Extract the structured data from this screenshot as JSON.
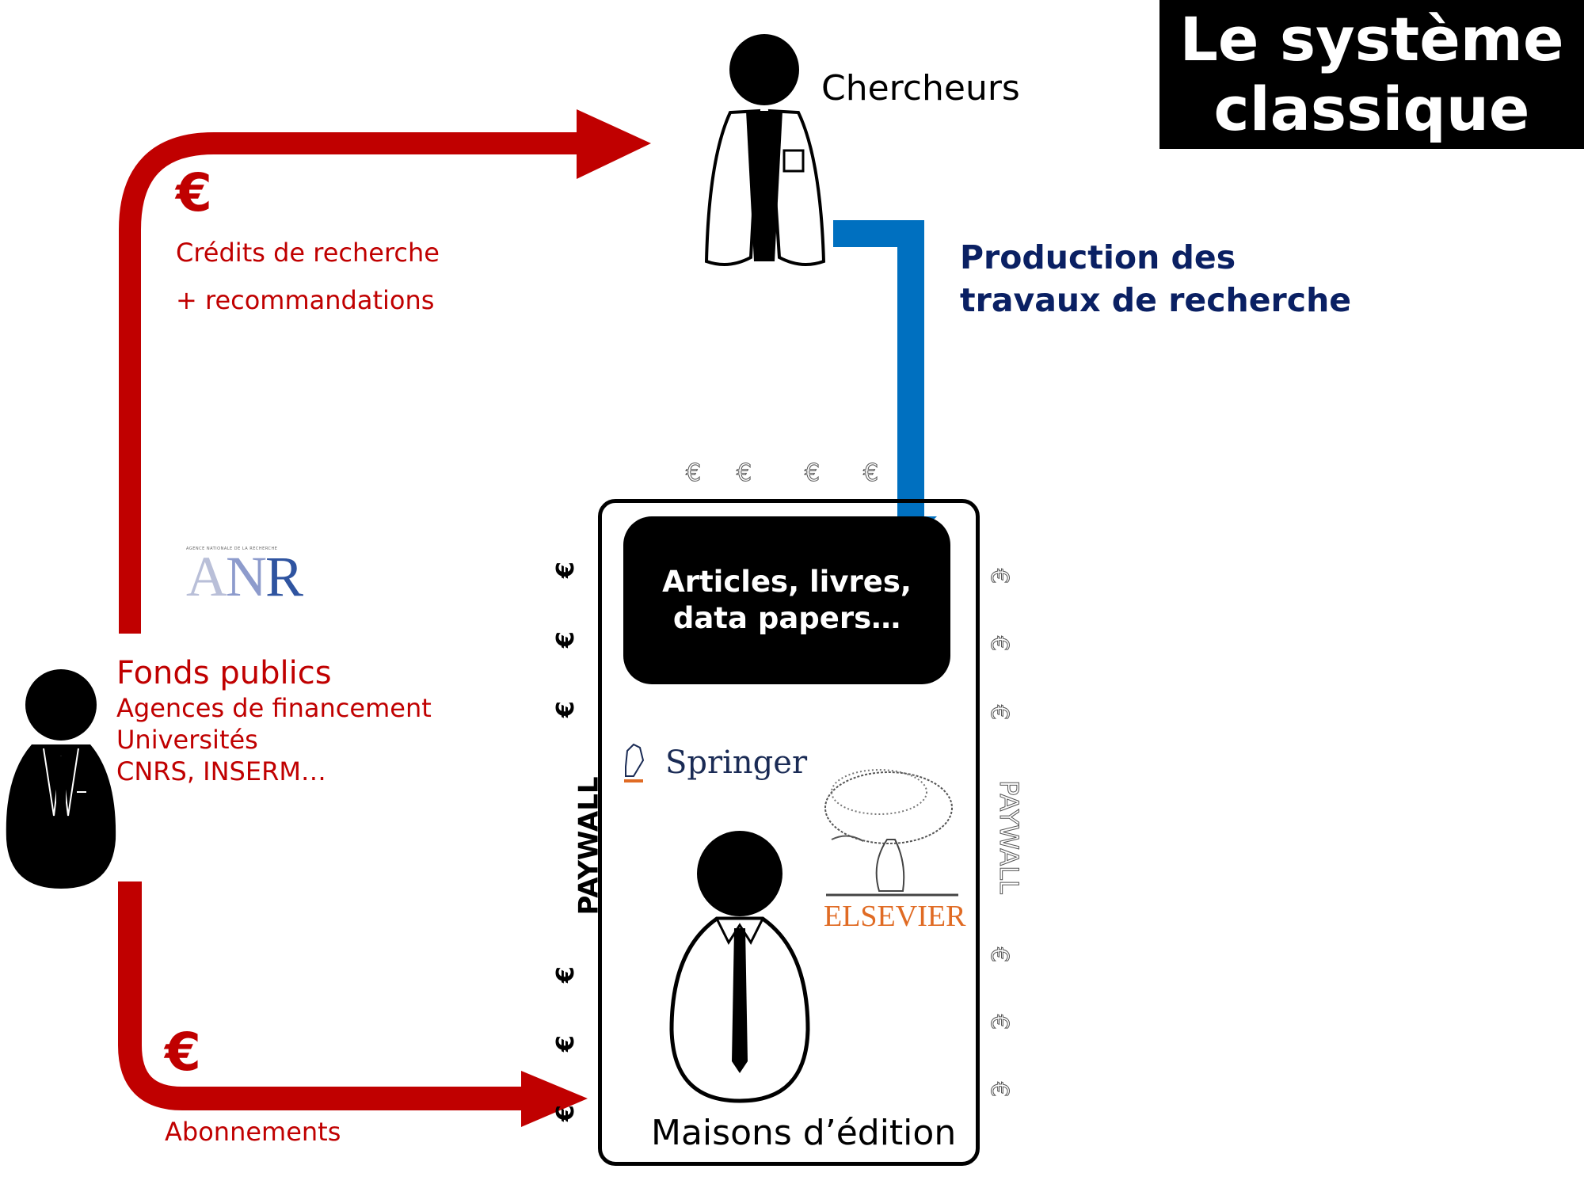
{
  "title": {
    "line1": "Le système",
    "line2": "classique"
  },
  "actors": {
    "researchers": {
      "label": "Chercheurs"
    },
    "public_funds": {
      "heading": "Fonds publics",
      "lines": [
        "Agences de financement",
        "Universités",
        "CNRS, INSERM…"
      ]
    },
    "publishers": {
      "label": "Maisons d’édition"
    }
  },
  "flows": {
    "funding": {
      "currency": "€",
      "line1": "Crédits de recherche",
      "line2": "+ recommandations"
    },
    "production": {
      "line1": "Production des",
      "line2": "travaux de recherche"
    },
    "subscriptions": {
      "currency": "€",
      "label": "Abonnements"
    }
  },
  "outputs": {
    "line1": "Articles, livres,",
    "line2": "data papers…"
  },
  "paywall": {
    "label_left": "PAYWALL",
    "label_right": "PAYWALL",
    "currency": "€"
  },
  "logos": {
    "anr": {
      "small_text": "AGENCE NATIONALE DE LA RECHERCHE",
      "letters": [
        "A",
        "N",
        "R"
      ]
    },
    "springer": {
      "text": "Springer"
    },
    "elsevier": {
      "text": "ELSEVIER"
    }
  },
  "colors": {
    "funding_red": "#c00000",
    "production_blue": "#0070c0",
    "production_text": "#0a2063",
    "springer_navy": "#1a2b55",
    "elsevier_orange": "#e06b24",
    "anr_blue": "#2f54a0"
  }
}
